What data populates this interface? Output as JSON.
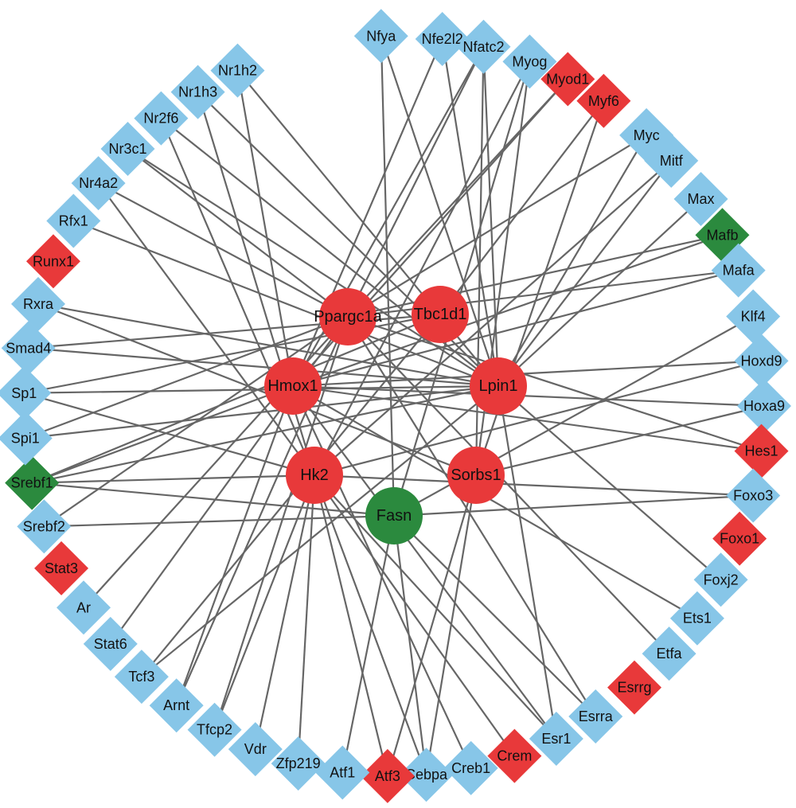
{
  "colors": {
    "blue": "#87c6e8",
    "red": "#e8393a",
    "green": "#2b8a3e",
    "edge": "#666666"
  },
  "hubs": [
    {
      "id": "Ppargc1a",
      "label": "Ppargc1a",
      "color": "red"
    },
    {
      "id": "Tbc1d1",
      "label": "Tbc1d1",
      "color": "red"
    },
    {
      "id": "Hmox1",
      "label": "Hmox1",
      "color": "red"
    },
    {
      "id": "Lpin1",
      "label": "Lpin1",
      "color": "red"
    },
    {
      "id": "Hk2",
      "label": "Hk2",
      "color": "red"
    },
    {
      "id": "Sorbs1",
      "label": "Sorbs1",
      "color": "red"
    },
    {
      "id": "Fasn",
      "label": "Fasn",
      "color": "green"
    }
  ],
  "tfs": [
    {
      "id": "Nfya",
      "label": "Nfya",
      "color": "blue"
    },
    {
      "id": "Nfe2l2",
      "label": "Nfe2l2",
      "color": "blue"
    },
    {
      "id": "Nfatc2",
      "label": "Nfatc2",
      "color": "blue"
    },
    {
      "id": "Myog",
      "label": "Myog",
      "color": "blue"
    },
    {
      "id": "Myod1",
      "label": "Myod1",
      "color": "red"
    },
    {
      "id": "Myf6",
      "label": "Myf6",
      "color": "red"
    },
    {
      "id": "Myc",
      "label": "Myc",
      "color": "blue"
    },
    {
      "id": "Mitf",
      "label": "Mitf",
      "color": "blue"
    },
    {
      "id": "Max",
      "label": "Max",
      "color": "blue"
    },
    {
      "id": "Mafb",
      "label": "Mafb",
      "color": "green"
    },
    {
      "id": "Mafa",
      "label": "Mafa",
      "color": "blue"
    },
    {
      "id": "Klf4",
      "label": "Klf4",
      "color": "blue"
    },
    {
      "id": "Hoxd9",
      "label": "Hoxd9",
      "color": "blue"
    },
    {
      "id": "Hoxa9",
      "label": "Hoxa9",
      "color": "blue"
    },
    {
      "id": "Hes1",
      "label": "Hes1",
      "color": "red"
    },
    {
      "id": "Foxo3",
      "label": "Foxo3",
      "color": "blue"
    },
    {
      "id": "Foxo1",
      "label": "Foxo1",
      "color": "red"
    },
    {
      "id": "Foxj2",
      "label": "Foxj2",
      "color": "blue"
    },
    {
      "id": "Ets1",
      "label": "Ets1",
      "color": "blue"
    },
    {
      "id": "Etfa",
      "label": "Etfa",
      "color": "blue"
    },
    {
      "id": "Esrrg",
      "label": "Esrrg",
      "color": "red"
    },
    {
      "id": "Esrra",
      "label": "Esrra",
      "color": "blue"
    },
    {
      "id": "Esr1",
      "label": "Esr1",
      "color": "blue"
    },
    {
      "id": "Crem",
      "label": "Crem",
      "color": "red"
    },
    {
      "id": "Creb1",
      "label": "Creb1",
      "color": "blue"
    },
    {
      "id": "Cebpa",
      "label": "Cebpa",
      "color": "blue"
    },
    {
      "id": "Atf3",
      "label": "Atf3",
      "color": "red"
    },
    {
      "id": "Atf1",
      "label": "Atf1",
      "color": "blue"
    },
    {
      "id": "Zfp219",
      "label": "Zfp219",
      "color": "blue"
    },
    {
      "id": "Vdr",
      "label": "Vdr",
      "color": "blue"
    },
    {
      "id": "Tfcp2",
      "label": "Tfcp2",
      "color": "blue"
    },
    {
      "id": "Arnt",
      "label": "Arnt",
      "color": "blue"
    },
    {
      "id": "Tcf3",
      "label": "Tcf3",
      "color": "blue"
    },
    {
      "id": "Stat6",
      "label": "Stat6",
      "color": "blue"
    },
    {
      "id": "Ar",
      "label": "Ar",
      "color": "blue"
    },
    {
      "id": "Stat3",
      "label": "Stat3",
      "color": "red"
    },
    {
      "id": "Srebf2",
      "label": "Srebf2",
      "color": "blue"
    },
    {
      "id": "Srebf1",
      "label": "Srebf1",
      "color": "green"
    },
    {
      "id": "Spi1",
      "label": "Spi1",
      "color": "blue"
    },
    {
      "id": "Sp1",
      "label": "Sp1",
      "color": "blue"
    },
    {
      "id": "Smad4",
      "label": "Smad4",
      "color": "blue"
    },
    {
      "id": "Rxra",
      "label": "Rxra",
      "color": "blue"
    },
    {
      "id": "Runx1",
      "label": "Runx1",
      "color": "red"
    },
    {
      "id": "Rfx1",
      "label": "Rfx1",
      "color": "blue"
    },
    {
      "id": "Nr4a2",
      "label": "Nr4a2",
      "color": "blue"
    },
    {
      "id": "Nr3c1",
      "label": "Nr3c1",
      "color": "blue"
    },
    {
      "id": "Nr2f6",
      "label": "Nr2f6",
      "color": "blue"
    },
    {
      "id": "Nr1h3",
      "label": "Nr1h3",
      "color": "blue"
    },
    {
      "id": "Nr1h2",
      "label": "Nr1h2",
      "color": "blue"
    }
  ],
  "edges": [
    [
      "Nr1h2",
      "Lpin1"
    ],
    [
      "Nr1h2",
      "Hmox1"
    ],
    [
      "Nr1h3",
      "Lpin1"
    ],
    [
      "Nr1h3",
      "Hk2"
    ],
    [
      "Nr2f6",
      "Lpin1"
    ],
    [
      "Nr2f6",
      "Hk2"
    ],
    [
      "Nr3c1",
      "Lpin1"
    ],
    [
      "Nr3c1",
      "Ppargc1a"
    ],
    [
      "Nr4a2",
      "Ppargc1a"
    ],
    [
      "Nr4a2",
      "Hk2"
    ],
    [
      "Rfx1",
      "Lpin1"
    ],
    [
      "Rxra",
      "Lpin1"
    ],
    [
      "Rxra",
      "Sorbs1"
    ],
    [
      "Smad4",
      "Tbc1d1"
    ],
    [
      "Smad4",
      "Lpin1"
    ],
    [
      "Sp1",
      "Tbc1d1"
    ],
    [
      "Sp1",
      "Lpin1"
    ],
    [
      "Sp1",
      "Hk2"
    ],
    [
      "Spi1",
      "Ppargc1a"
    ],
    [
      "Spi1",
      "Lpin1"
    ],
    [
      "Srebf1",
      "Hmox1"
    ],
    [
      "Srebf1",
      "Tbc1d1"
    ],
    [
      "Srebf1",
      "Lpin1"
    ],
    [
      "Srebf1",
      "Hk2"
    ],
    [
      "Srebf1",
      "Fasn"
    ],
    [
      "Srebf2",
      "Fasn"
    ],
    [
      "Srebf2",
      "Ppargc1a"
    ],
    [
      "Ar",
      "Ppargc1a"
    ],
    [
      "Stat6",
      "Ppargc1a"
    ],
    [
      "Tcf3",
      "Lpin1"
    ],
    [
      "Tcf3",
      "Tbc1d1"
    ],
    [
      "Arnt",
      "Hmox1"
    ],
    [
      "Arnt",
      "Ppargc1a"
    ],
    [
      "Tfcp2",
      "Ppargc1a"
    ],
    [
      "Tfcp2",
      "Hk2"
    ],
    [
      "Vdr",
      "Hk2"
    ],
    [
      "Zfp219",
      "Hk2"
    ],
    [
      "Atf1",
      "Fasn"
    ],
    [
      "Atf3",
      "Hk2"
    ],
    [
      "Atf3",
      "Sorbs1"
    ],
    [
      "Cebpa",
      "Hk2"
    ],
    [
      "Cebpa",
      "Fasn"
    ],
    [
      "Cebpa",
      "Sorbs1"
    ],
    [
      "Creb1",
      "Hmox1"
    ],
    [
      "Crem",
      "Hk2"
    ],
    [
      "Esr1",
      "Hmox1"
    ],
    [
      "Esr1",
      "Hk2"
    ],
    [
      "Esr1",
      "Lpin1"
    ],
    [
      "Esrra",
      "Ppargc1a"
    ],
    [
      "Esrra",
      "Fasn"
    ],
    [
      "Etfa",
      "Ppargc1a"
    ],
    [
      "Ets1",
      "Hmox1"
    ],
    [
      "Foxj2",
      "Lpin1"
    ],
    [
      "Foxo3",
      "Fasn"
    ],
    [
      "Foxo3",
      "Hk2"
    ],
    [
      "Hes1",
      "Hmox1"
    ],
    [
      "Hes1",
      "Ppargc1a"
    ],
    [
      "Hoxa9",
      "Sorbs1"
    ],
    [
      "Hoxa9",
      "Hmox1"
    ],
    [
      "Hoxd9",
      "Hk2"
    ],
    [
      "Hoxd9",
      "Hmox1"
    ],
    [
      "Klf4",
      "Fasn"
    ],
    [
      "Mafa",
      "Hmox1"
    ],
    [
      "Mafa",
      "Ppargc1a"
    ],
    [
      "Mafb",
      "Hmox1"
    ],
    [
      "Mafb",
      "Ppargc1a"
    ],
    [
      "Max",
      "Lpin1"
    ],
    [
      "Mitf",
      "Hk2"
    ],
    [
      "Mitf",
      "Lpin1"
    ],
    [
      "Myc",
      "Lpin1"
    ],
    [
      "Myc",
      "Ppargc1a"
    ],
    [
      "Myf6",
      "Sorbs1"
    ],
    [
      "Myf6",
      "Tbc1d1"
    ],
    [
      "Myod1",
      "Hmox1"
    ],
    [
      "Myod1",
      "Ppargc1a"
    ],
    [
      "Myog",
      "Fasn"
    ],
    [
      "Myog",
      "Hk2"
    ],
    [
      "Myog",
      "Sorbs1"
    ],
    [
      "Nfatc2",
      "Hmox1"
    ],
    [
      "Nfatc2",
      "Ppargc1a"
    ],
    [
      "Nfatc2",
      "Lpin1"
    ],
    [
      "Nfatc2",
      "Sorbs1"
    ],
    [
      "Nfe2l2",
      "Hmox1"
    ],
    [
      "Nfe2l2",
      "Lpin1"
    ],
    [
      "Nfya",
      "Lpin1"
    ],
    [
      "Nfya",
      "Fasn"
    ]
  ]
}
